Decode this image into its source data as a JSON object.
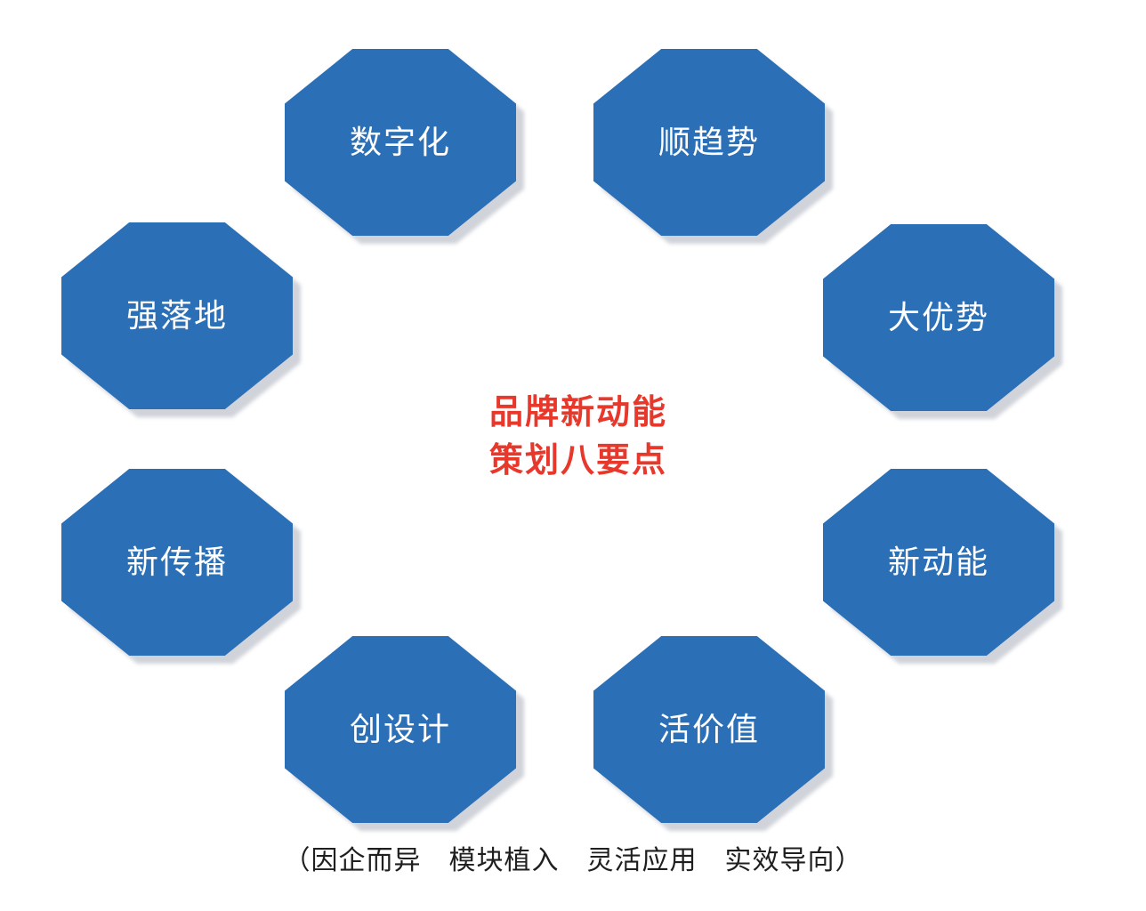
{
  "diagram": {
    "center_title": {
      "line1": "品牌新动能",
      "line2": "策划八要点",
      "color": "#e8382b"
    },
    "node_color": "#2b6fb7",
    "nodes": [
      {
        "id": "digitalization",
        "label": "数字化"
      },
      {
        "id": "follow-trend",
        "label": "顺趋势"
      },
      {
        "id": "strong-landing",
        "label": "强落地"
      },
      {
        "id": "big-advantage",
        "label": "大优势"
      },
      {
        "id": "new-communication",
        "label": "新传播"
      },
      {
        "id": "new-momentum",
        "label": "新动能"
      },
      {
        "id": "creative-design",
        "label": "创设计"
      },
      {
        "id": "live-value",
        "label": "活价值"
      }
    ],
    "footnote": "（因企而异　模块植入　灵活应用　实效导向）"
  }
}
